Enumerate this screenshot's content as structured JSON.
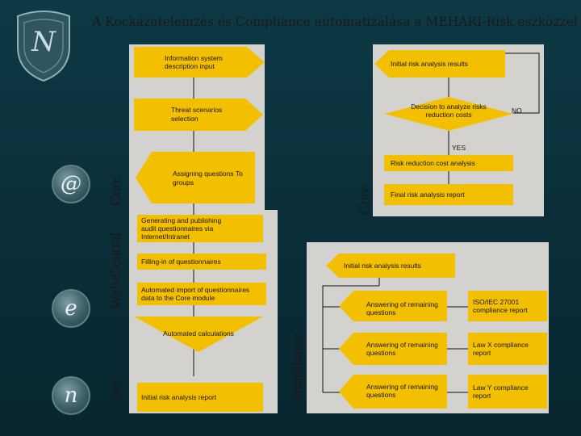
{
  "title": "A Kockázatelemzés és Compliance automatizálása a MEHARI-Risk eszközzel",
  "logo": {
    "letter": "N",
    "name": "shield-logo-icon"
  },
  "icons": [
    {
      "name": "at-sign-icon",
      "glyph": "@"
    },
    {
      "name": "e-letter-icon",
      "glyph": "e"
    },
    {
      "name": "n-letter-icon",
      "glyph": "n"
    }
  ],
  "side_labels": {
    "core_top": "Core",
    "core_right": "Core",
    "web_central": "Web/Central",
    "compliance": "Compliance",
    "core_bottom": "Core"
  },
  "boxes": {
    "info_input": "Information system description input",
    "initial_results_top": "Initial risk analysis results",
    "threat_selection": "Threat scenarios selection",
    "decision": "Decision to analyze risks reduction costs",
    "assigning": "Assigning questions To groups",
    "reduction_cost": "Risk reduction cost analysis",
    "final_report": "Final risk analysis report",
    "publishing": "Generating and publishing audit questionnaires via Internet/Intranet",
    "filling": "Filling-in of questionnaires",
    "initial_results_mid": "Initial risk analysis results",
    "import": "Automated import of questionnaires data to the Core module",
    "calculations": "Automated calculations",
    "initial_report": "Initial risk analysis report",
    "answering_1": "Answering of remaining questions",
    "answering_2": "Answering of remaining questions",
    "answering_3": "Answering of remaining questions",
    "iso_report": "ISO/IEC 27001 compliance report",
    "lawx_report": "Law X compliance report",
    "lawy_report": "Law Y compliance report"
  },
  "flow_labels": {
    "no": "NO",
    "yes": "YES"
  },
  "colors": {
    "background": "#0b3340",
    "panel": "#d3d2cf",
    "box": "#f2c000",
    "line": "#111111"
  }
}
